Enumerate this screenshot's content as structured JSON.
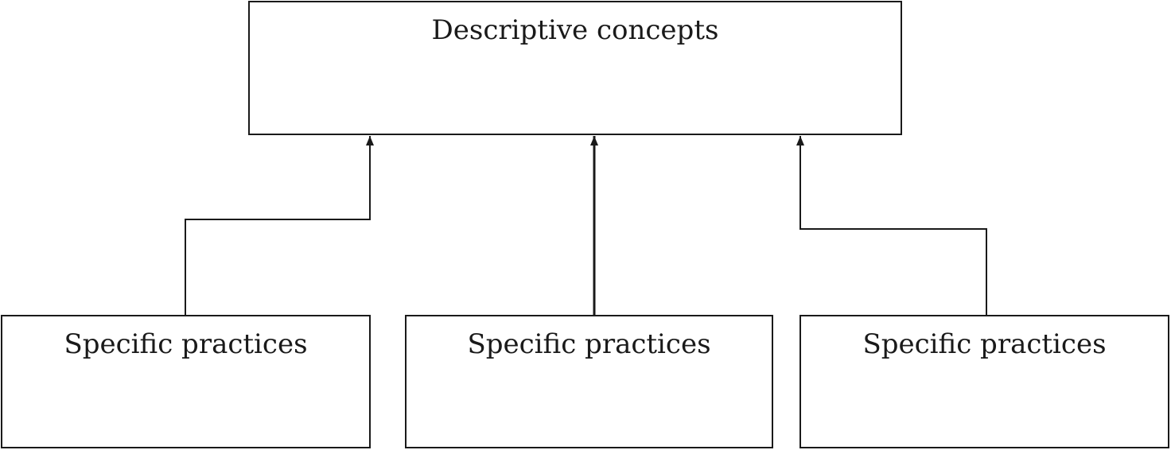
{
  "diagram": {
    "top_node": {
      "label": "Descriptive concepts"
    },
    "bottom_nodes": [
      {
        "label": "Specific practices"
      },
      {
        "label": "Specific practices"
      },
      {
        "label": "Specific practices"
      }
    ],
    "edges": [
      {
        "from": "bottom_nodes.0",
        "to": "top_node",
        "direction": "up"
      },
      {
        "from": "bottom_nodes.1",
        "to": "top_node",
        "direction": "up"
      },
      {
        "from": "bottom_nodes.2",
        "to": "top_node",
        "direction": "up"
      }
    ]
  }
}
